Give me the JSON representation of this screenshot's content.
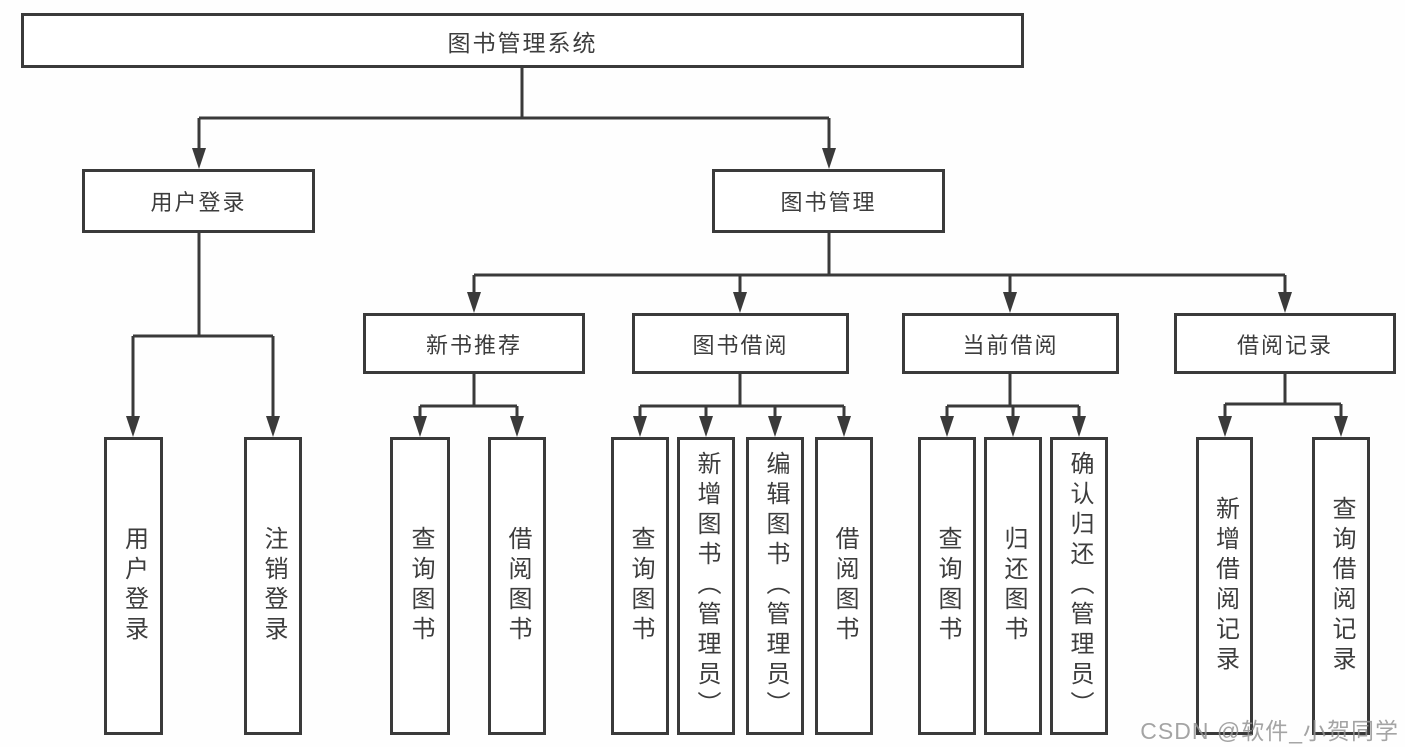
{
  "diagram_title": "图书管理系统",
  "nodes": {
    "root": {
      "label": "图书管理系统"
    },
    "user_login": {
      "label": "用户登录"
    },
    "book_mgmt": {
      "label": "图书管理"
    },
    "new_book_rec": {
      "label": "新书推荐"
    },
    "book_borrow": {
      "label": "图书借阅"
    },
    "current_borrow": {
      "label": "当前借阅"
    },
    "borrow_records": {
      "label": "借阅记录"
    },
    "user_login_leaf": {
      "label": "用户登录"
    },
    "logout": {
      "label": "注销登录"
    },
    "rec_query_book": {
      "label": "查询图书"
    },
    "rec_borrow_book": {
      "label": "借阅图书"
    },
    "bb_query_book": {
      "label": "查询图书"
    },
    "bb_add_book": {
      "label": "新增图书（管理员）"
    },
    "bb_edit_book": {
      "label": "编辑图书（管理员）"
    },
    "bb_borrow_book": {
      "label": "借阅图书"
    },
    "cb_query_book": {
      "label": "查询图书"
    },
    "cb_return_book": {
      "label": "归还图书"
    },
    "cb_confirm_return": {
      "label": "确认归还（管理员）"
    },
    "br_add_record": {
      "label": "新增借阅记录"
    },
    "br_query_record": {
      "label": "查询借阅记录"
    }
  },
  "watermark": {
    "text": "CSDN @软件_小贺同学"
  },
  "colors": {
    "line": "#3a3a3a",
    "text": "#3d3d3d",
    "background": "#fefefe"
  }
}
